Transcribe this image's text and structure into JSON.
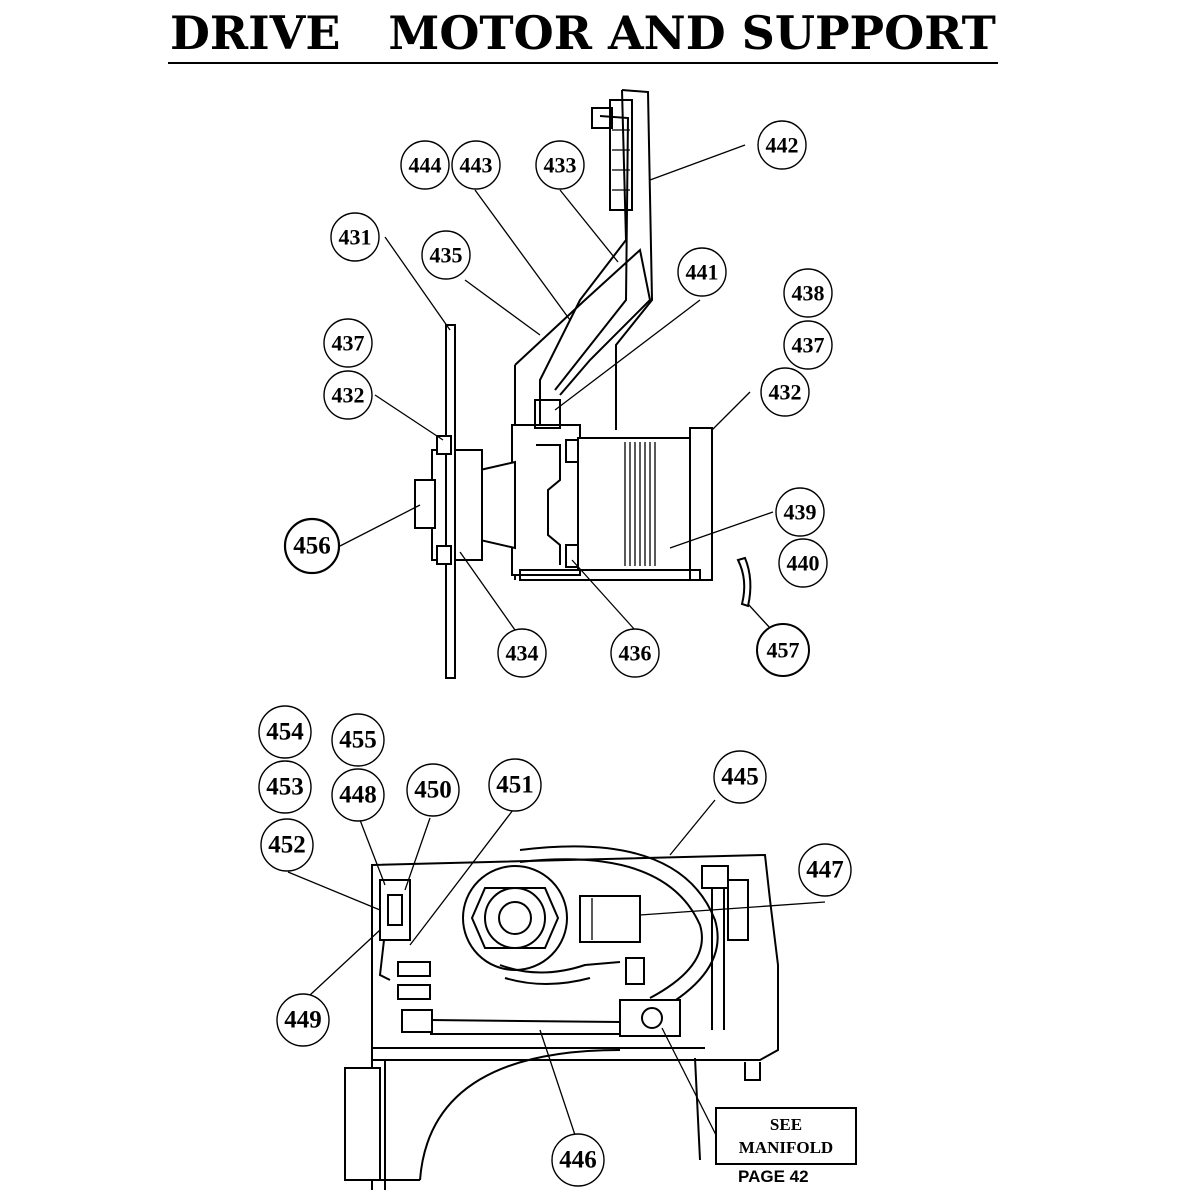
{
  "title": "DRIVE   MOTOR AND SUPPORT",
  "upper_callouts": [
    "444",
    "443",
    "433",
    "442",
    "431",
    "435",
    "441",
    "438",
    "437",
    "437",
    "432",
    "432",
    "456",
    "439",
    "440",
    "457",
    "434",
    "436"
  ],
  "lower_callouts": [
    "454",
    "455",
    "453",
    "448",
    "450",
    "451",
    "445",
    "452",
    "447",
    "449",
    "446"
  ],
  "note": {
    "line1": "SEE",
    "line2": "MANIFOLD",
    "page": "PAGE 42"
  }
}
